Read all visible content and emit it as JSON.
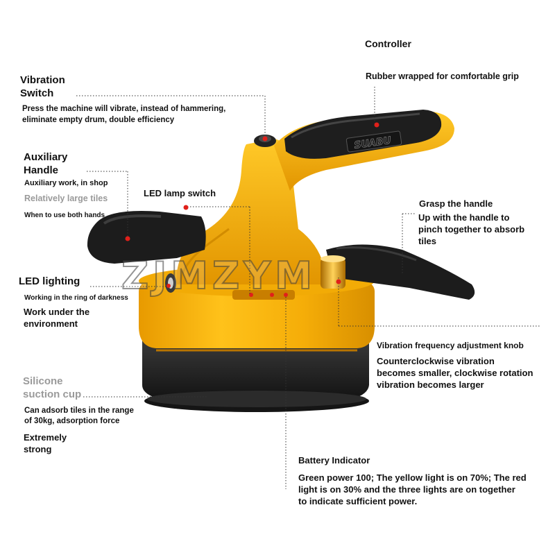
{
  "labels": {
    "controller": "Controller",
    "controller_desc": "Rubber wrapped for comfortable grip",
    "vibration_switch_1": "Vibration",
    "vibration_switch_2": "Switch",
    "vibration_desc_1": "Press the machine will vibrate, instead of hammering,",
    "vibration_desc_2": "eliminate empty drum, double efficiency",
    "aux_handle_1": "Auxiliary",
    "aux_handle_2": "Handle",
    "aux_desc_1": "Auxiliary work, in shop",
    "aux_desc_2": "Relatively large tiles",
    "aux_desc_3": "When to use both hands",
    "led_switch": "LED lamp switch",
    "grasp": "Grasp the handle",
    "grasp_desc_1": "Up with the handle to",
    "grasp_desc_2": "pinch together to absorb",
    "grasp_desc_3": "tiles",
    "led_lighting": "LED lighting",
    "led_desc_1": "Working in the ring of darkness",
    "led_desc_2": "Work under the",
    "led_desc_3": "environment",
    "knob": "Vibration frequency adjustment knob",
    "knob_desc_1": "Counterclockwise vibration",
    "knob_desc_2": "becomes smaller, clockwise rotation",
    "knob_desc_3": "vibration becomes larger",
    "cup_1": "Silicone",
    "cup_2": "suction cup",
    "cup_desc_1": "Can adsorb tiles in the range",
    "cup_desc_2": "of 30kg, adsorption force",
    "cup_desc_3": "Extremely",
    "cup_desc_4": "strong",
    "battery": "Battery Indicator",
    "battery_desc_1": "Green power 100; The yellow light is on 70%; The red",
    "battery_desc_2": "light is on 30% and the three lights are on together",
    "battery_desc_3": "to indicate sufficient power."
  },
  "brand": "SUABU",
  "watermark": "ZJMZYM",
  "colors": {
    "body_yellow": "#f7b40a",
    "body_dark": "#d88f00",
    "rubber": "#1e1e1e",
    "marker_red": "#e0201a",
    "text": "#111111",
    "muted": "#9a9a9a"
  }
}
